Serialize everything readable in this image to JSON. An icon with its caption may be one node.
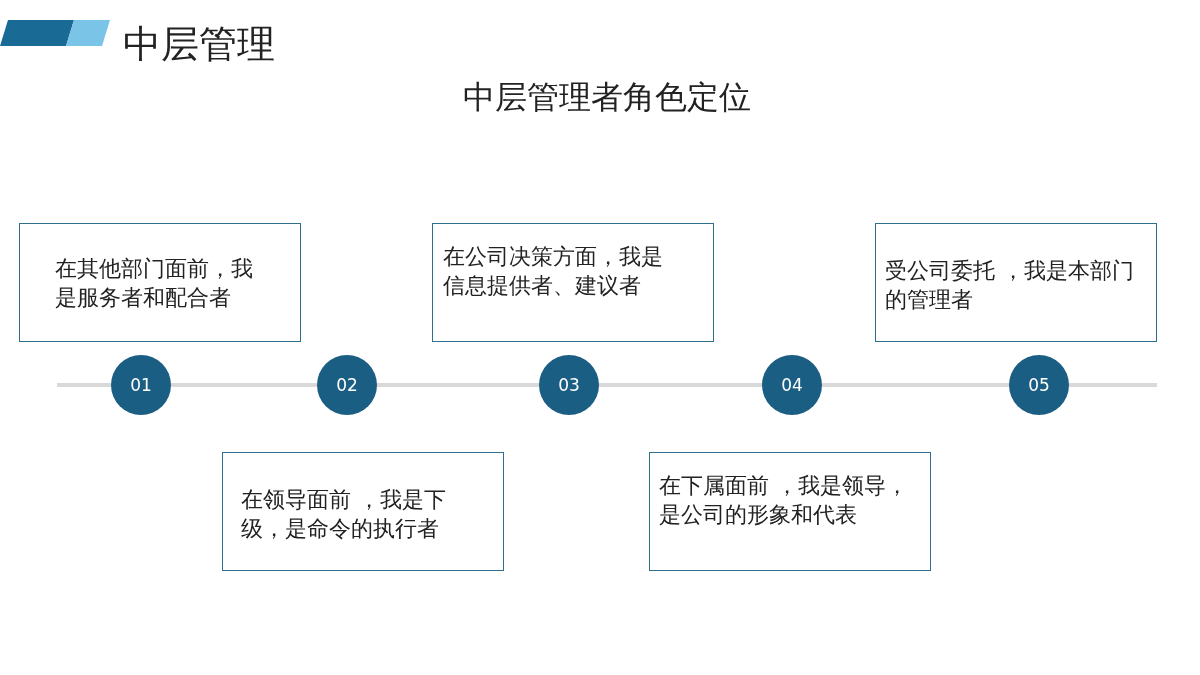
{
  "diagram": {
    "title": "中层管理",
    "nodes": [
      {
        "text": [
          "在其他部门面前，我是服务者和配合者"
        ]
      },
      {
        "text": [
          "在领导面前 ，我是下级，是命令的执行者"
        ]
      },
      {
        "text": [
          "在公司决策方面，我是信息提供者、建议者"
        ]
      },
      {
        "text": [
          "在下属面前 ，我是领导，是公司的形象和代表"
        ]
      },
      {
        "text": [
          "受公司委托 ，我是本部门的管理者"
        ]
      },
      {
        "text": [
          "01"
        ]
      },
      {
        "text": [
          "02"
        ]
      },
      {
        "text": [
          "03"
        ]
      },
      {
        "text": [
          "04"
        ]
      },
      {
        "text": [
          "05"
        ]
      }
    ],
    "edges": [
      {
        "from": 5,
        "to": 6,
        "arrow": "none"
      },
      {
        "from": 6,
        "to": 7,
        "arrow": "none"
      },
      {
        "from": 7,
        "to": 8,
        "arrow": "none"
      },
      {
        "from": 8,
        "to": 9,
        "arrow": "none"
      }
    ],
    "labels": [
      "中层管理者角色定位"
    ]
  }
}
